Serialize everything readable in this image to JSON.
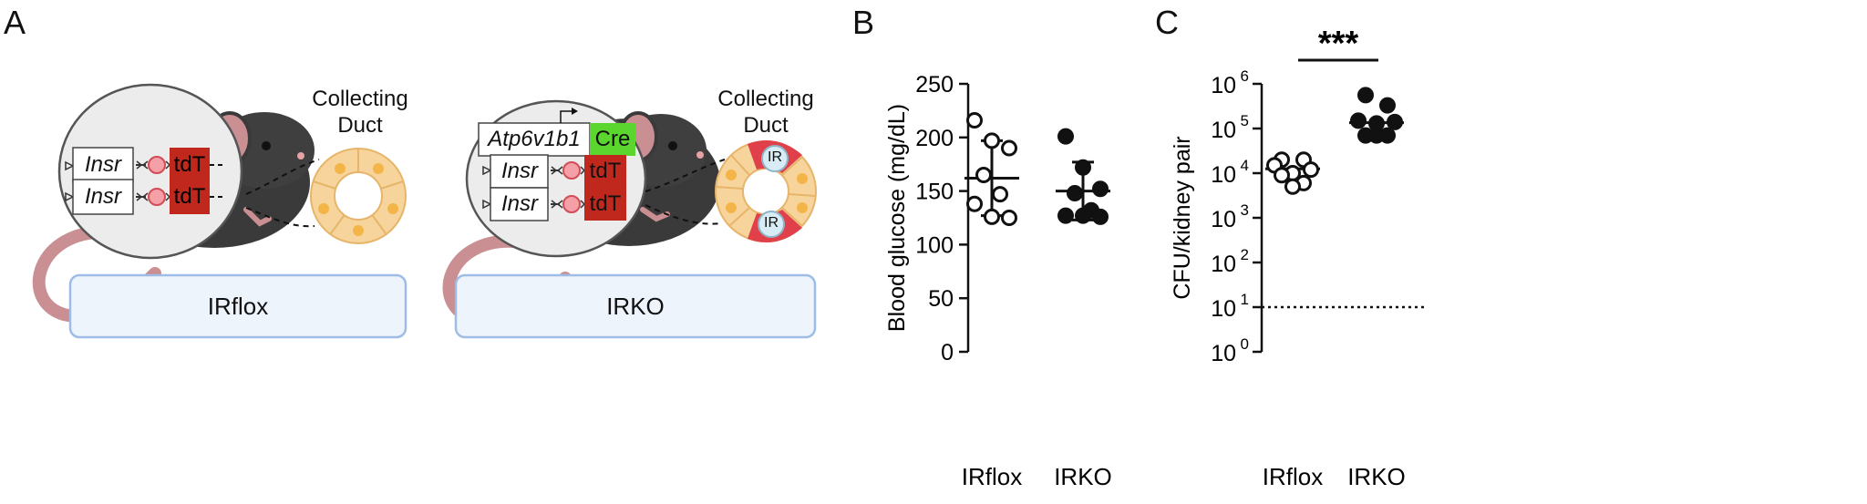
{
  "panels": {
    "a": {
      "letter": "A",
      "left": {
        "genes": [
          "Insr",
          "Insr"
        ],
        "reporter": "tdT",
        "duct_title_line1": "Collecting",
        "duct_title_line2": "Duct",
        "box_label": "IRflox"
      },
      "right": {
        "promoter": "Atp6v1b1",
        "driver": "Cre",
        "genes": [
          "Insr",
          "Insr"
        ],
        "reporter": "tdT",
        "duct_title_line1": "Collecting",
        "duct_title_line2": "Duct",
        "cell_label": "IR",
        "box_label": "IRKO"
      }
    },
    "b": {
      "letter": "B"
    },
    "c": {
      "letter": "C",
      "significance": "***"
    }
  },
  "colors": {
    "reporter_red": "#c0281d",
    "cre_green": "#5bd62e",
    "duct_cell": "#f6d49b",
    "duct_nucleus": "#f3b548",
    "box_fill": "#eef4fb",
    "box_border": "#9ebde6",
    "mouse_body": "#3a3a3a",
    "mouse_pink": "#c98f92"
  },
  "chart_data": [
    {
      "type": "scatter",
      "panel": "B",
      "ylabel": "Blood glucose (mg/dL)",
      "xlabel": "",
      "categories": [
        "IRflox",
        "IRKO"
      ],
      "ylim": [
        0,
        250
      ],
      "yticks": [
        0,
        50,
        100,
        150,
        200,
        250
      ],
      "series": [
        {
          "name": "IRflox",
          "marker": "open-circle",
          "values": [
            216,
            197,
            190,
            165,
            147,
            138,
            126,
            125
          ],
          "mean": 162,
          "sd": 35
        },
        {
          "name": "IRKO",
          "marker": "filled-circle",
          "values": [
            201,
            172,
            152,
            148,
            132,
            127,
            127,
            126
          ],
          "mean": 150,
          "sd": 27
        }
      ]
    },
    {
      "type": "scatter",
      "panel": "C",
      "ylabel": "CFU/kidney pair",
      "xlabel": "",
      "categories": [
        "IRflox",
        "IRKO"
      ],
      "yscale": "log",
      "ylim": [
        1,
        1000000
      ],
      "yticks": [
        "10^0",
        "10^1",
        "10^2",
        "10^3",
        "10^4",
        "10^5",
        "10^6"
      ],
      "detection_limit": 10,
      "significance": "***",
      "series": [
        {
          "name": "IRflox",
          "marker": "open-circle",
          "values": [
            20000,
            20000,
            15000,
            12000,
            10000,
            9000,
            6000,
            5000
          ],
          "median": 12500
        },
        {
          "name": "IRKO",
          "marker": "filled-circle",
          "values": [
            560000,
            330000,
            150000,
            140000,
            130000,
            70000,
            70000,
            70000
          ],
          "median": 135000
        }
      ]
    }
  ]
}
